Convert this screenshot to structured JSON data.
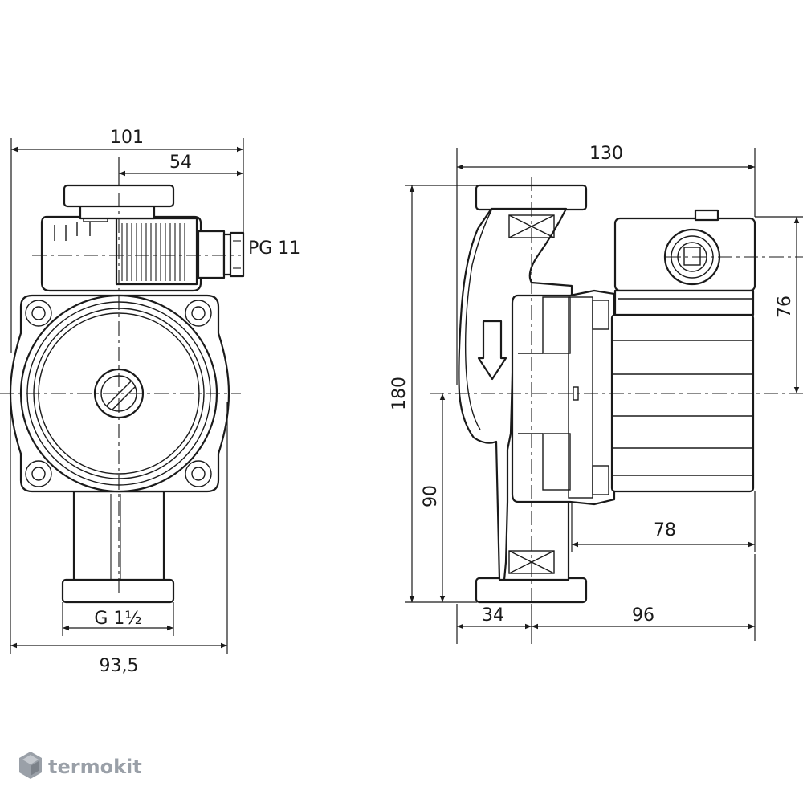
{
  "dimensions": {
    "front_width_total": "101",
    "front_width_right": "54",
    "cable_gland": "PG 11",
    "thread_connection": "G 1½",
    "front_body_width": "93,5",
    "side_length_total": "130",
    "side_height_total": "180",
    "side_motor_height": "76",
    "side_lower_height": "90",
    "side_motor_length": "78",
    "side_left_offset": "34",
    "side_right_length": "96"
  },
  "logo": {
    "text": "termokit",
    "color": "#9aa0a8"
  }
}
